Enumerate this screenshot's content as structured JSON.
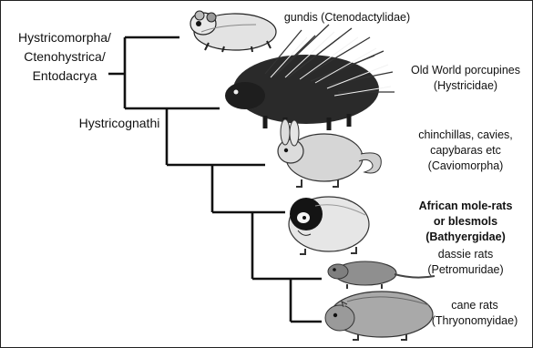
{
  "groups": {
    "root_lines": [
      "Hystricomorpha/",
      "Ctenohystrica/",
      "Entodacrya"
    ],
    "inner": "Hystricognathi"
  },
  "taxa": [
    {
      "id": "gundis",
      "lines": [
        "gundis (Ctenodactylidae)"
      ],
      "emphasis": false,
      "animal": "gundi-icon"
    },
    {
      "id": "porcupines",
      "lines": [
        "Old World porcupines",
        "(Hystricidae)"
      ],
      "emphasis": false,
      "animal": "porcupine-icon"
    },
    {
      "id": "caviomorphs",
      "lines": [
        "chinchillas, cavies,",
        "capybaras etc",
        "(Caviomorpha)"
      ],
      "emphasis": false,
      "animal": "chinchilla-icon"
    },
    {
      "id": "molerats",
      "lines": [
        "African mole-rats",
        "or blesmols",
        "(Bathyergidae)"
      ],
      "emphasis": true,
      "animal": "mole-rat-icon"
    },
    {
      "id": "dassie",
      "lines": [
        "dassie rats",
        "(Petromuridae)"
      ],
      "emphasis": false,
      "animal": "dassie-rat-icon"
    },
    {
      "id": "cane",
      "lines": [
        "cane rats",
        "(Thryonomyidae)"
      ],
      "emphasis": false,
      "animal": "cane-rat-icon"
    }
  ],
  "colors": {
    "line": "#111111",
    "fur_dark": "#222222",
    "fur_light": "#d8d8d8",
    "fur_mid": "#8a8a8a"
  }
}
